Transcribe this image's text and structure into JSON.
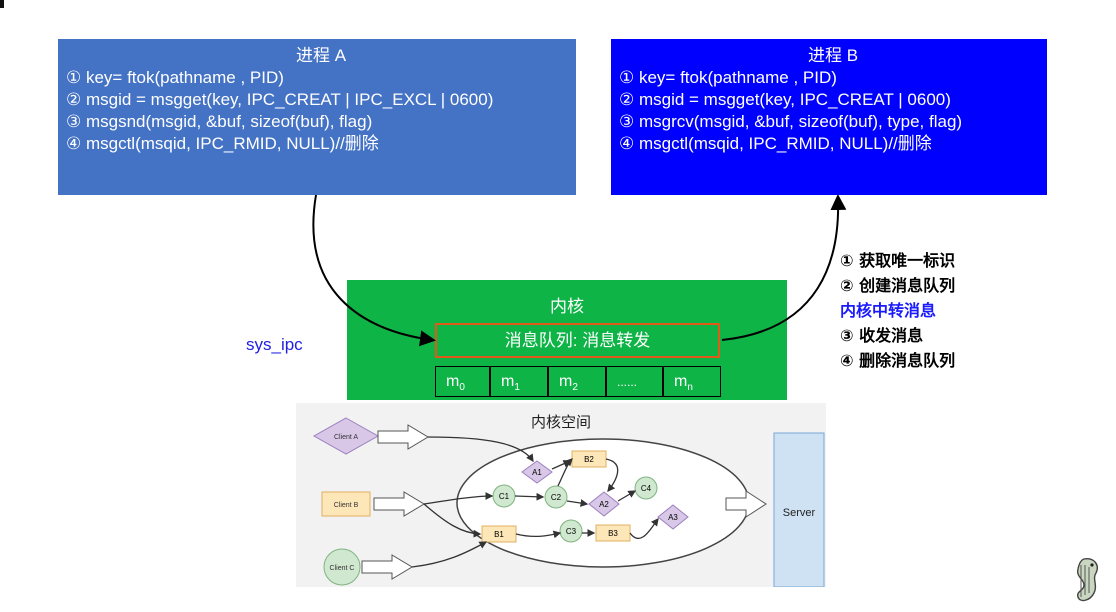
{
  "process_a": {
    "title": "进程 A",
    "lines": [
      "① key= ftok(pathname , PID)",
      "② msgid = msgget(key, IPC_CREAT | IPC_EXCL | 0600)",
      "③ msgsnd(msgid, &buf, sizeof(buf), flag)",
      "④ msgctl(msqid, IPC_RMID, NULL)//删除"
    ],
    "color": "#4472c4"
  },
  "process_b": {
    "title": "进程 B",
    "lines": [
      "① key= ftok(pathname , PID)",
      "② msgid = msgget(key, IPC_CREAT | 0600)",
      "③ msgrcv(msgid, &buf, sizeof(buf), type, flag)",
      "④ msgctl(msqid, IPC_RMID, NULL)//删除"
    ],
    "color": "#0000ff"
  },
  "kernel": {
    "title": "内核",
    "queue_label": "消息队列: 消息转发",
    "cells": [
      {
        "base": "m",
        "sub": "0"
      },
      {
        "base": "m",
        "sub": "1"
      },
      {
        "base": "m",
        "sub": "2"
      },
      {
        "base": "......",
        "sub": ""
      },
      {
        "base": "m",
        "sub": "n"
      }
    ],
    "color": "#0fb447"
  },
  "sys_ipc_label": "sys_ipc",
  "notes": [
    "① 获取唯一标识",
    "② 创建消息队列",
    "内核中转消息",
    "③ 收发消息",
    "④ 删除消息队列"
  ],
  "kernel_space": {
    "title": "内核空间",
    "clients": [
      "Client A",
      "Client B",
      "Client C"
    ],
    "server": "Server",
    "nodes": [
      "A1",
      "B2",
      "C1",
      "C2",
      "A2",
      "C4",
      "B1",
      "C3",
      "B3",
      "A3"
    ]
  },
  "mascot_icon": "seahorse-icon"
}
